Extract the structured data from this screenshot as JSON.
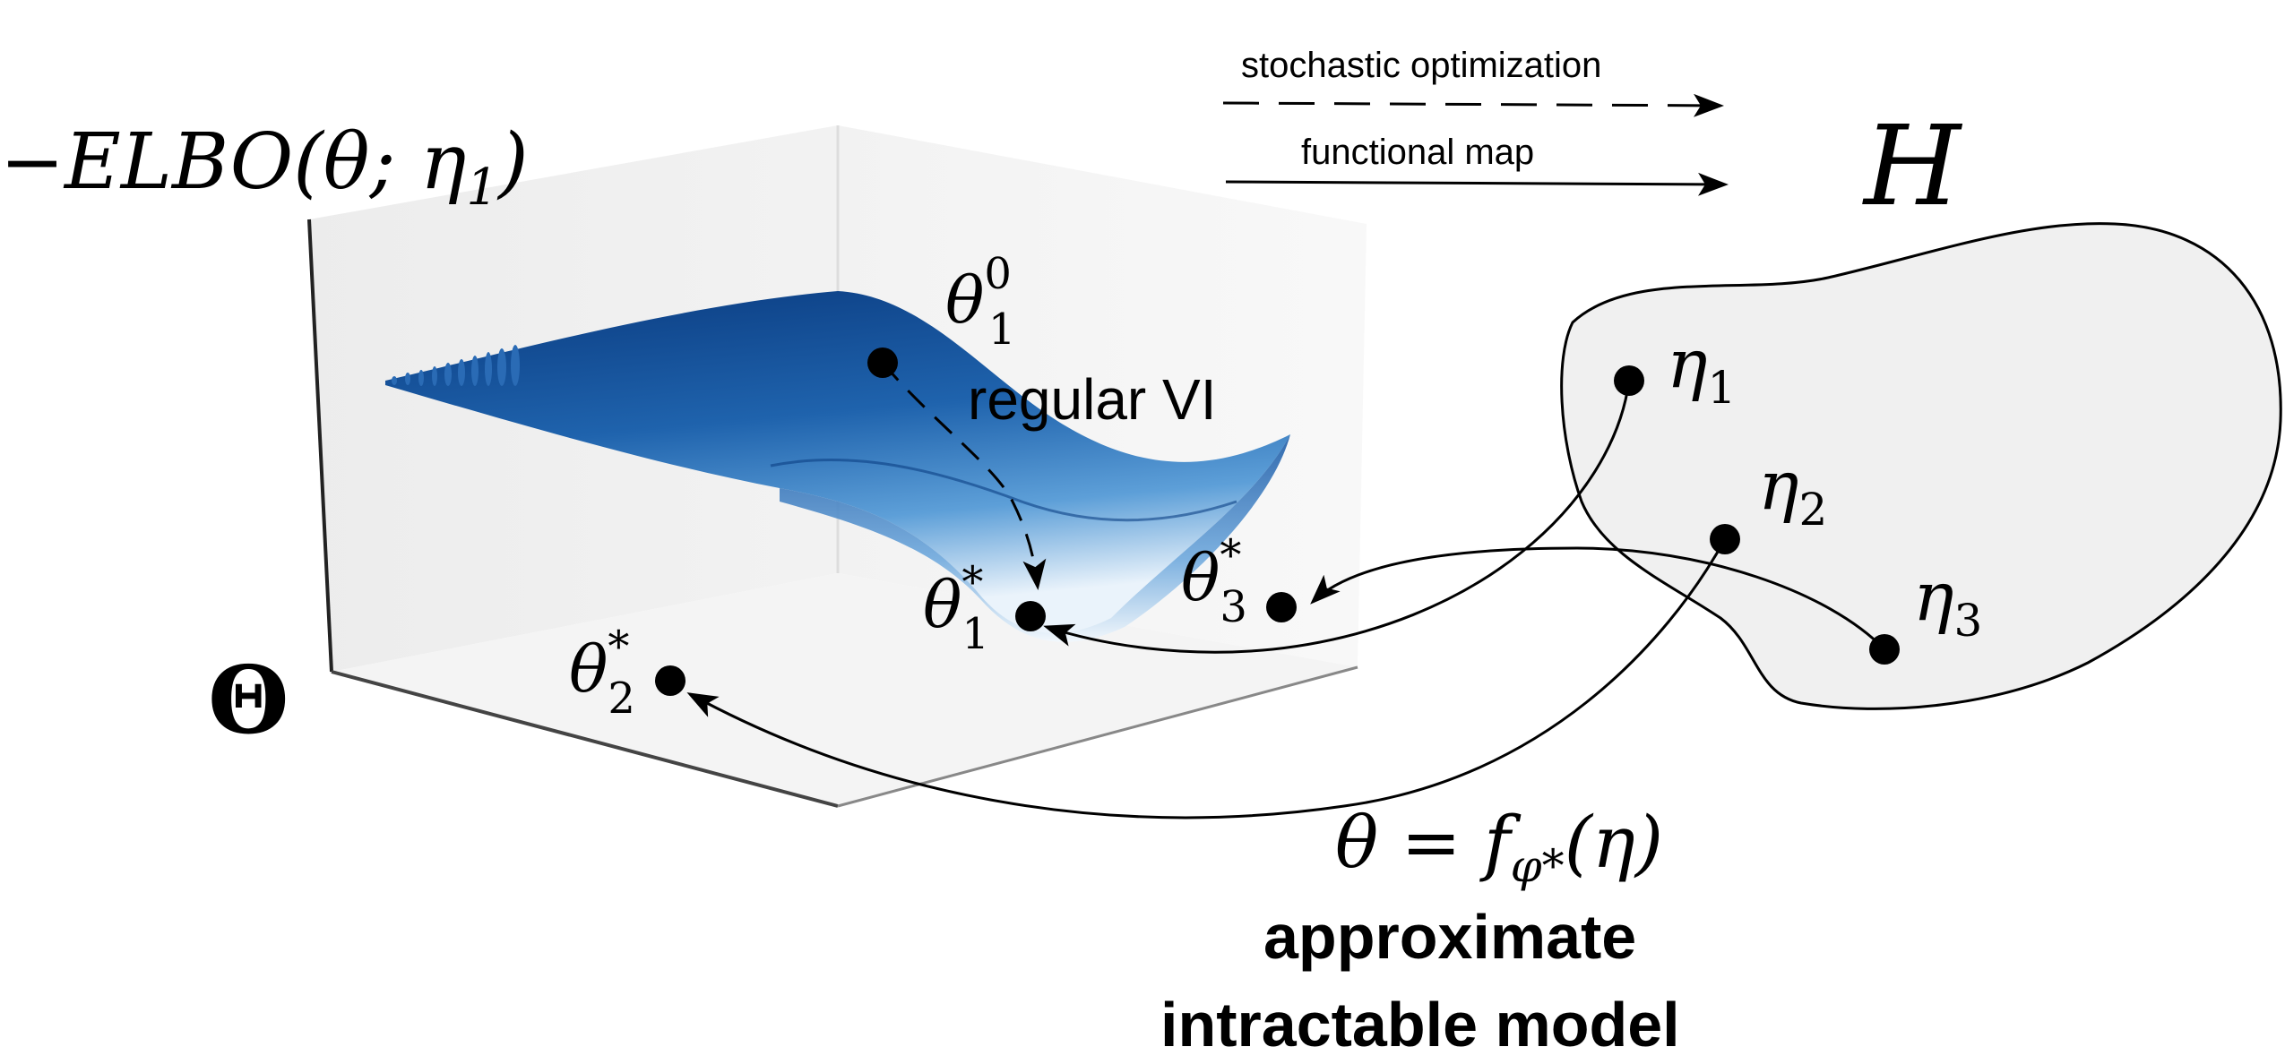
{
  "title_label": "−ELBO(θ; η",
  "title_sub": "1",
  "title_close": ")",
  "param_space_label": "Θ",
  "hypothesis_space_label": "H",
  "legend": {
    "dashed_label": "stochastic optimization",
    "solid_label": "functional map"
  },
  "regular_vi_label": "regular VI",
  "points": {
    "theta1_0": {
      "base": "θ",
      "sub": "1",
      "sup": "0"
    },
    "theta1_star": {
      "base": "θ",
      "sub": "1",
      "sup": "*"
    },
    "theta2_star": {
      "base": "θ",
      "sub": "2",
      "sup": "*"
    },
    "theta3_star": {
      "base": "θ",
      "sub": "3",
      "sup": "*"
    },
    "eta1": {
      "base": "η",
      "sub": "1"
    },
    "eta2": {
      "base": "η",
      "sub": "2"
    },
    "eta3": {
      "base": "η",
      "sub": "3"
    }
  },
  "map_formula": {
    "lhs": "θ = f",
    "sub": "φ*",
    "rhs": "(η)"
  },
  "caption": {
    "line1": "approximate",
    "line2": "intractable model"
  },
  "colors": {
    "surface_dark": "#0b3f86",
    "surface_mid": "#2f7cc6",
    "surface_light": "#e8f2fb",
    "blob_fill": "#f0f0f0",
    "box_face": "#eeeeee",
    "ink": "#000000"
  }
}
